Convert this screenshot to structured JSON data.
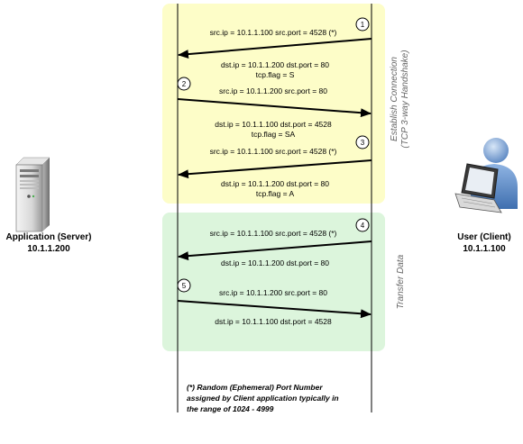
{
  "colors": {
    "handshake_bg": "#fdfdc8",
    "transfer_bg": "#dcf5dc",
    "arrow": "#000000",
    "lifeline": "#000000",
    "phase_label": "#666666"
  },
  "server": {
    "title": "Application (Server)",
    "ip": "10.1.1.200",
    "icon": "server-tower-icon"
  },
  "client": {
    "title": "User (Client)",
    "ip": "10.1.1.100",
    "icon": "user-laptop-icon"
  },
  "phases": {
    "handshake_line1": "Establish Connection",
    "handshake_line2": "(TCP 3-way Handshake)",
    "transfer": "Transfer Data"
  },
  "steps": [
    {
      "num": "1",
      "direction": "client-to-server",
      "src": "src.ip = 10.1.1.100 src.port = 4528 (*)",
      "dst": "dst.ip = 10.1.1.200 dst.port = 80",
      "flag": "tcp.flag = S"
    },
    {
      "num": "2",
      "direction": "server-to-client",
      "src": "src.ip = 10.1.1.200 src.port = 80",
      "dst": "dst.ip = 10.1.1.100 dst.port = 4528",
      "flag": "tcp.flag = SA"
    },
    {
      "num": "3",
      "direction": "client-to-server",
      "src": "src.ip = 10.1.1.100 src.port = 4528 (*)",
      "dst": "dst.ip = 10.1.1.200 dst.port = 80",
      "flag": "tcp.flag = A"
    },
    {
      "num": "4",
      "direction": "client-to-server",
      "src": "src.ip = 10.1.1.100 src.port = 4528 (*)",
      "dst": "dst.ip = 10.1.1.200 dst.port = 80",
      "flag": ""
    },
    {
      "num": "5",
      "direction": "server-to-client",
      "src": "src.ip = 10.1.1.200 src.port = 80",
      "dst": "dst.ip = 10.1.1.100 dst.port = 4528",
      "flag": ""
    }
  ],
  "footnote": {
    "line1": "(*) Random (Ephemeral) Port Number",
    "line2": "assigned by Client application typically in",
    "line3": "the range of 1024 - 4999"
  }
}
